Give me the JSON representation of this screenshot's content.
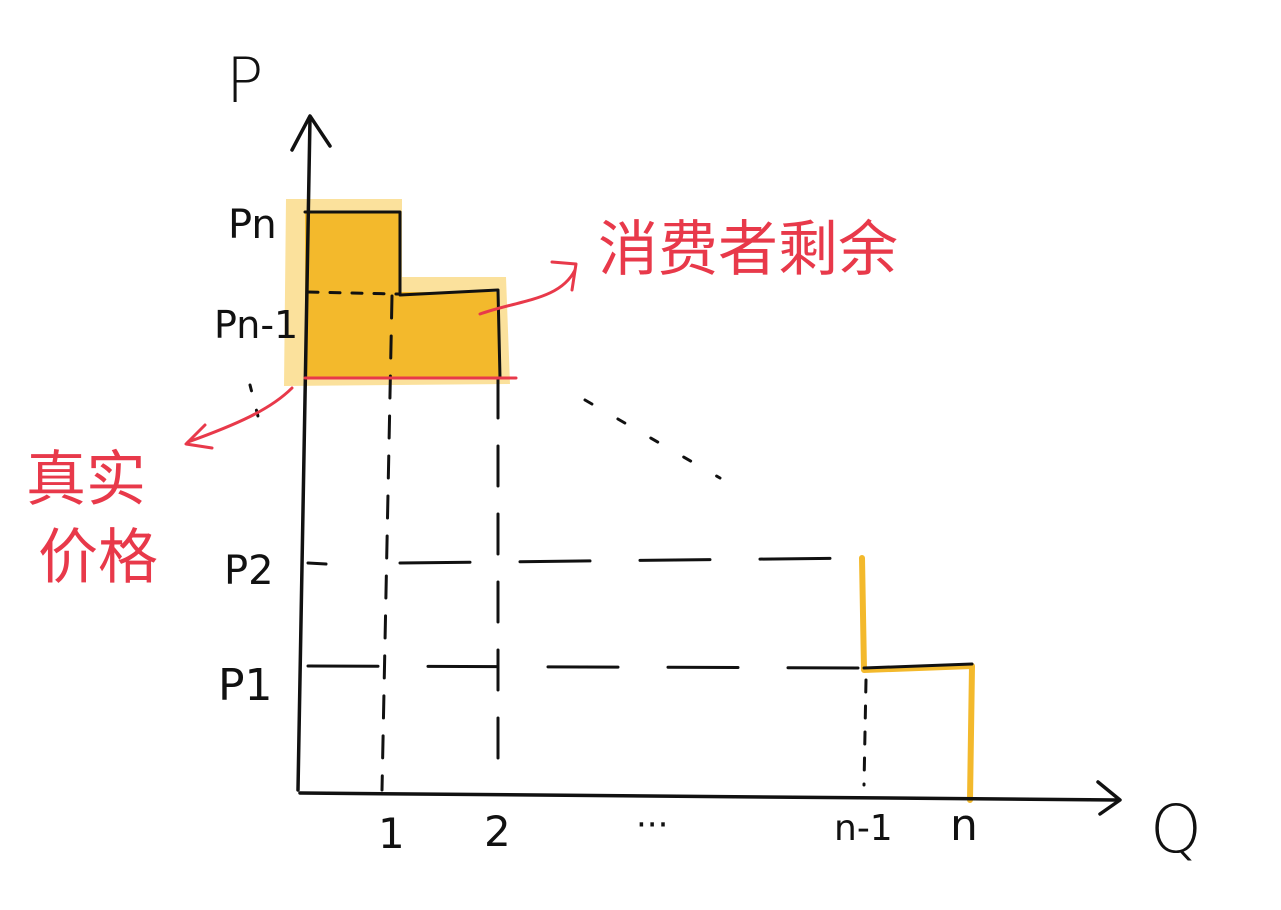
{
  "axes": {
    "y_label": "P",
    "x_label": "Q"
  },
  "y_ticks": [
    "Pn",
    "Pn-1",
    "P2",
    "P1"
  ],
  "x_ticks": [
    "1",
    "2",
    "···",
    "n-1",
    "n"
  ],
  "annotations": {
    "consumer_surplus": "消费者剩余",
    "true_price": [
      "真实",
      "价格"
    ]
  },
  "colors": {
    "highlight": "#f3b92c",
    "annotation": "#e8394a",
    "ink": "#111111"
  }
}
